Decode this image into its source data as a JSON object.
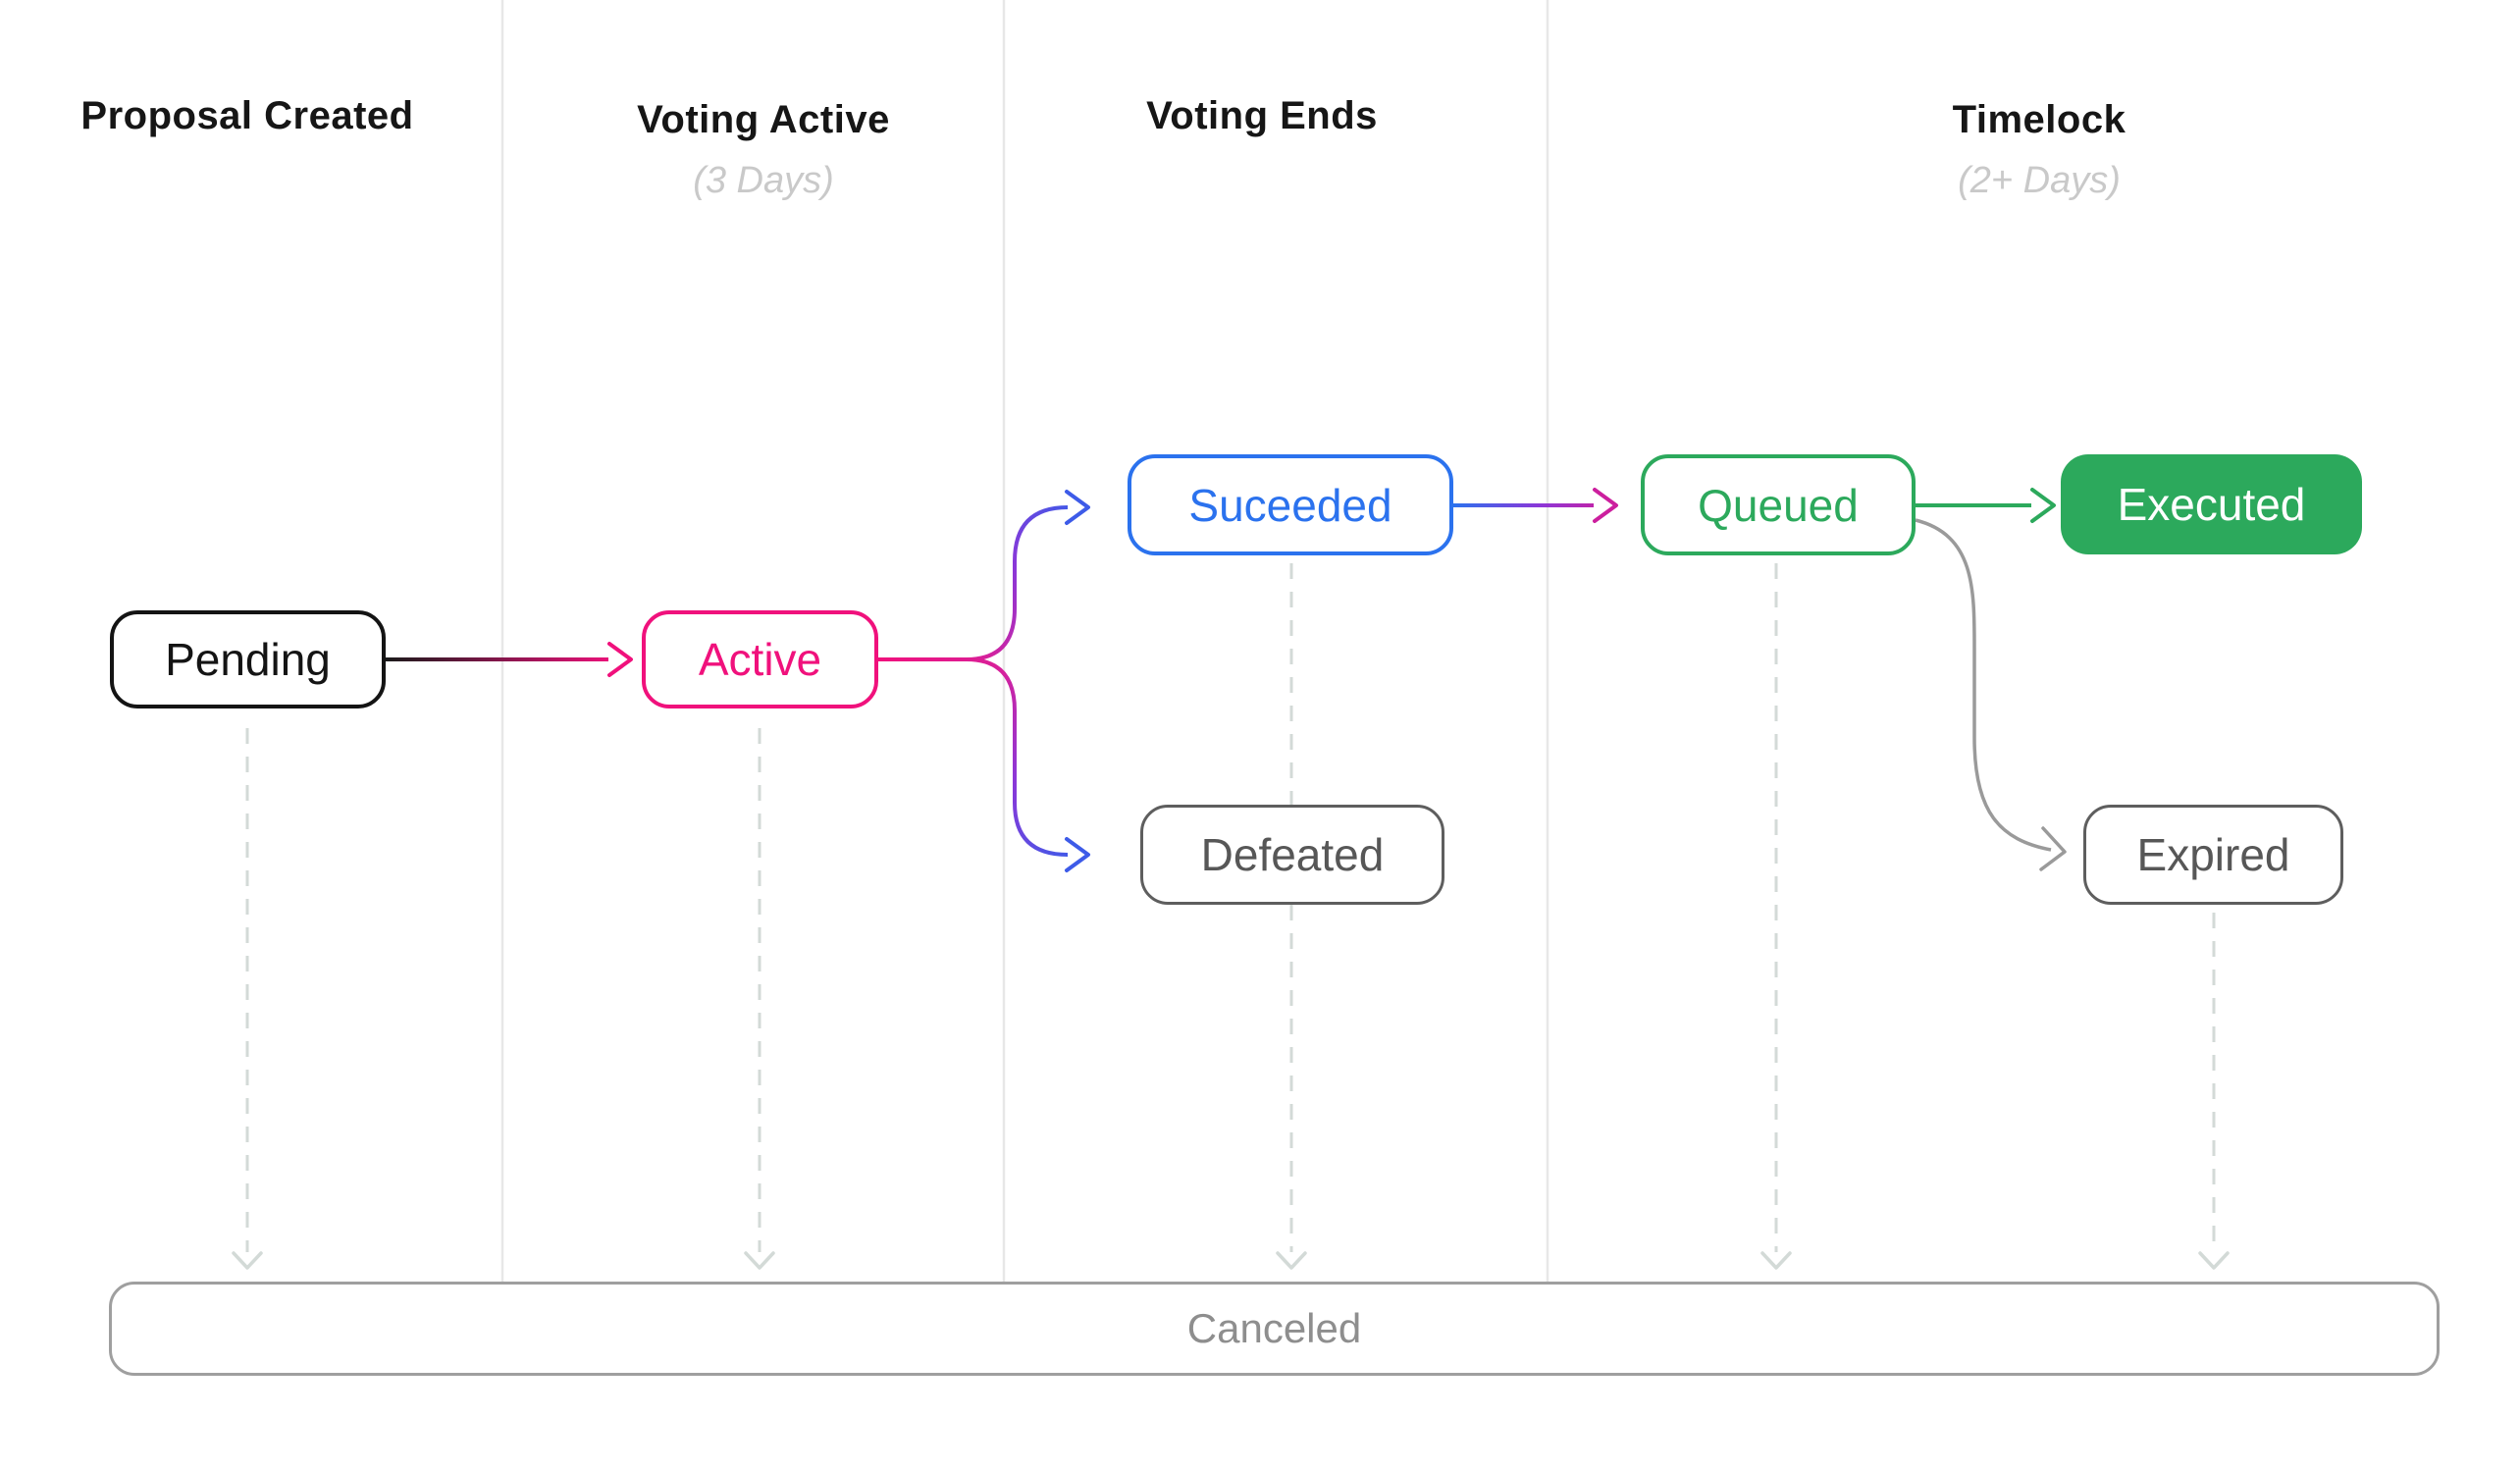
{
  "diagram": {
    "columns": [
      {
        "label": "Proposal Created",
        "subtitle": ""
      },
      {
        "label": "Voting Active",
        "subtitle": "(3 Days)"
      },
      {
        "label": "Voting Ends",
        "subtitle": ""
      },
      {
        "label": "Timelock",
        "subtitle": "(2+ Days)"
      }
    ],
    "nodes": {
      "pending": {
        "label": "Pending"
      },
      "active": {
        "label": "Active"
      },
      "succeeded": {
        "label": "Suceeded"
      },
      "defeated": {
        "label": "Defeated"
      },
      "queued": {
        "label": "Queued"
      },
      "executed": {
        "label": "Executed"
      },
      "expired": {
        "label": "Expired"
      },
      "canceled": {
        "label": "Canceled"
      }
    },
    "edges": [
      {
        "from": "Pending",
        "to": "Active",
        "style": "solid gradient black-to-pink"
      },
      {
        "from": "Active",
        "to": "Suceeded",
        "style": "solid gradient pink-to-blue curve"
      },
      {
        "from": "Active",
        "to": "Defeated",
        "style": "solid gradient pink-to-blue curve"
      },
      {
        "from": "Suceeded",
        "to": "Queued",
        "style": "solid gradient blue-to-magenta"
      },
      {
        "from": "Queued",
        "to": "Executed",
        "style": "solid green"
      },
      {
        "from": "Queued",
        "to": "Expired",
        "style": "solid gray curve"
      },
      {
        "from": "Pending",
        "to": "Canceled",
        "style": "dashed"
      },
      {
        "from": "Active",
        "to": "Canceled",
        "style": "dashed"
      },
      {
        "from": "Suceeded",
        "to": "Canceled",
        "style": "dashed"
      },
      {
        "from": "Queued",
        "to": "Canceled",
        "style": "dashed"
      },
      {
        "from": "Expired",
        "to": "Canceled",
        "style": "dashed"
      }
    ],
    "colors": {
      "pink": "#f0117c",
      "blue": "#2b72ee",
      "green": "#2ca95c",
      "purple": "#8b37d8",
      "magenta": "#cc1f9e",
      "black": "#141414",
      "node_gray": "#5e5e5e",
      "canceled_gray": "#8e8e8e",
      "column_divider": "#e7e7e7",
      "dashed_drop": "#d3dad7",
      "subtitle_gray": "#c9c9c9"
    }
  }
}
